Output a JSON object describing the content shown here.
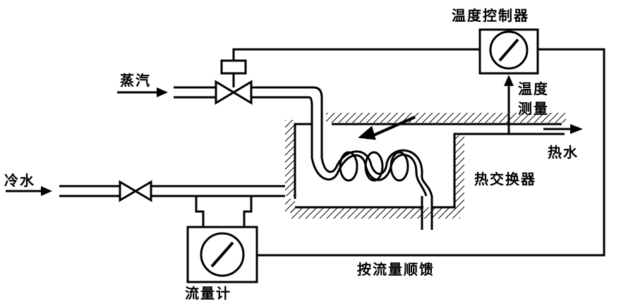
{
  "labels": {
    "steam": "蒸汽",
    "cold_water": "冷水",
    "hot_water": "热水",
    "heat_exchanger": "热交换器",
    "temperature_controller": "温度控制器",
    "temperature_measurement_line1": "温度",
    "temperature_measurement_line2": "测量",
    "flow_meter": "流量计",
    "flow_feedforward": "按流量顺馈"
  }
}
